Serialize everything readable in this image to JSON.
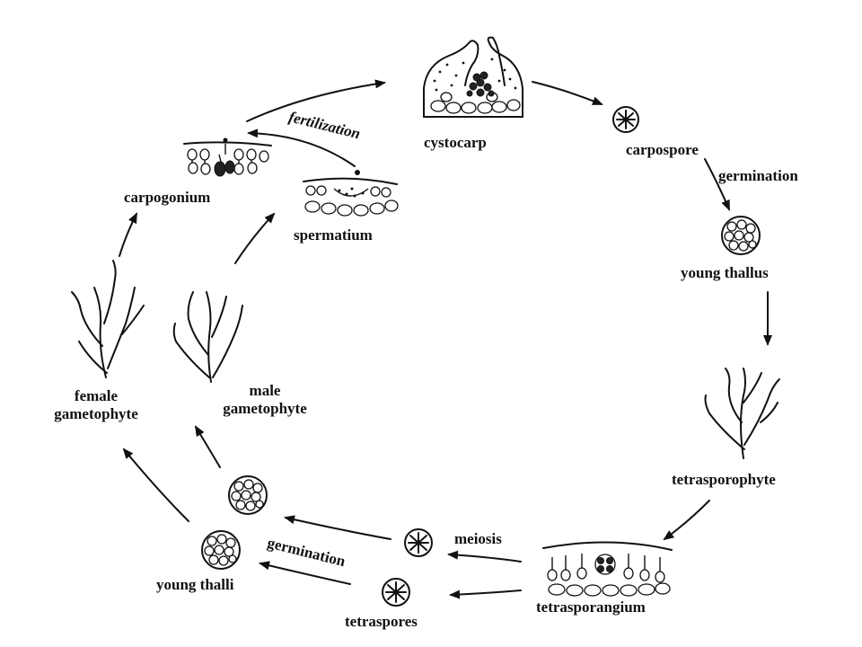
{
  "labels": {
    "cystocarp": "cystocarp",
    "carpospore": "carpospore",
    "germination_top": "germination",
    "young_thallus": "young thallus",
    "tetrasporophyte": "tetrasporophyte",
    "tetrasporangium": "tetrasporangium",
    "meiosis": "meiosis",
    "tetraspores": "tetraspores",
    "germination_bottom": "germination",
    "young_thalli": "young thalli",
    "female_gametophyte": "female\ngametophyte",
    "male_gametophyte": "male\ngametophyte",
    "carpogonium": "carpogonium",
    "spermatium": "spermatium",
    "fertilization": "fertilization"
  }
}
